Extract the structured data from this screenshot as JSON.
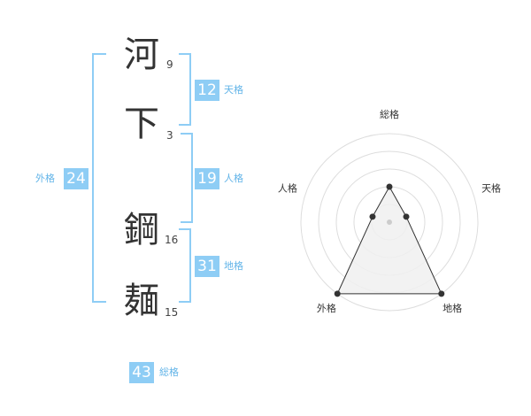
{
  "name_chars": [
    {
      "char": "河",
      "strokes": "9"
    },
    {
      "char": "下",
      "strokes": "3"
    },
    {
      "char": "鋼",
      "strokes": "16"
    },
    {
      "char": "麺",
      "strokes": "15"
    }
  ],
  "fortunes": {
    "tenkaku": {
      "value": "12",
      "label": "天格"
    },
    "jinkaku": {
      "value": "19",
      "label": "人格"
    },
    "chikaku": {
      "value": "31",
      "label": "地格"
    },
    "gaikaku": {
      "value": "24",
      "label": "外格"
    },
    "soukaku": {
      "value": "43",
      "label": "総格"
    }
  },
  "colors": {
    "accent": "#8ecdf5",
    "accent_text": "#62b4e8",
    "ring": "#dddddd",
    "fill": "#f0f0f0"
  },
  "chart_data": {
    "type": "radar",
    "axes": [
      "総格",
      "天格",
      "地格",
      "外格",
      "人格"
    ],
    "levels": 5,
    "values": [
      2,
      1,
      5,
      5,
      1
    ]
  }
}
